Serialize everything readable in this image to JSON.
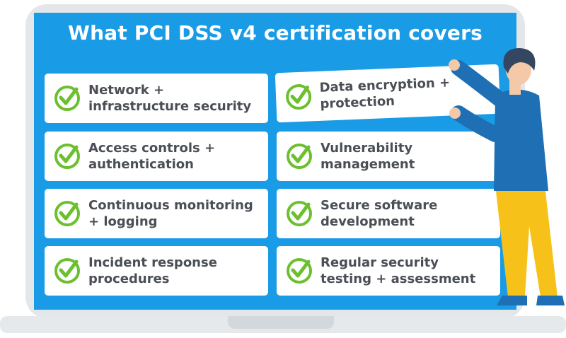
{
  "title": "What PCI DSS v4 certification covers",
  "colors": {
    "screen": "#1a9be6",
    "check_green": "#6cbf2e",
    "card_text": "#4a4e55",
    "shirt": "#1f6fb4",
    "pants": "#f6c21a",
    "hair": "#344660"
  },
  "icons": {
    "item": "checkmark-circle-icon"
  },
  "items": [
    {
      "label": "Network +\ninfrastructure security"
    },
    {
      "label": "Data encryption +\nprotection"
    },
    {
      "label": "Access controls +\nauthentication"
    },
    {
      "label": "Vulnerability\nmanagement"
    },
    {
      "label": "Continuous monitoring\n+ logging"
    },
    {
      "label": "Secure software\ndevelopment"
    },
    {
      "label": "Incident response\nprocedures"
    },
    {
      "label": "Regular security\ntesting + assessment"
    }
  ]
}
